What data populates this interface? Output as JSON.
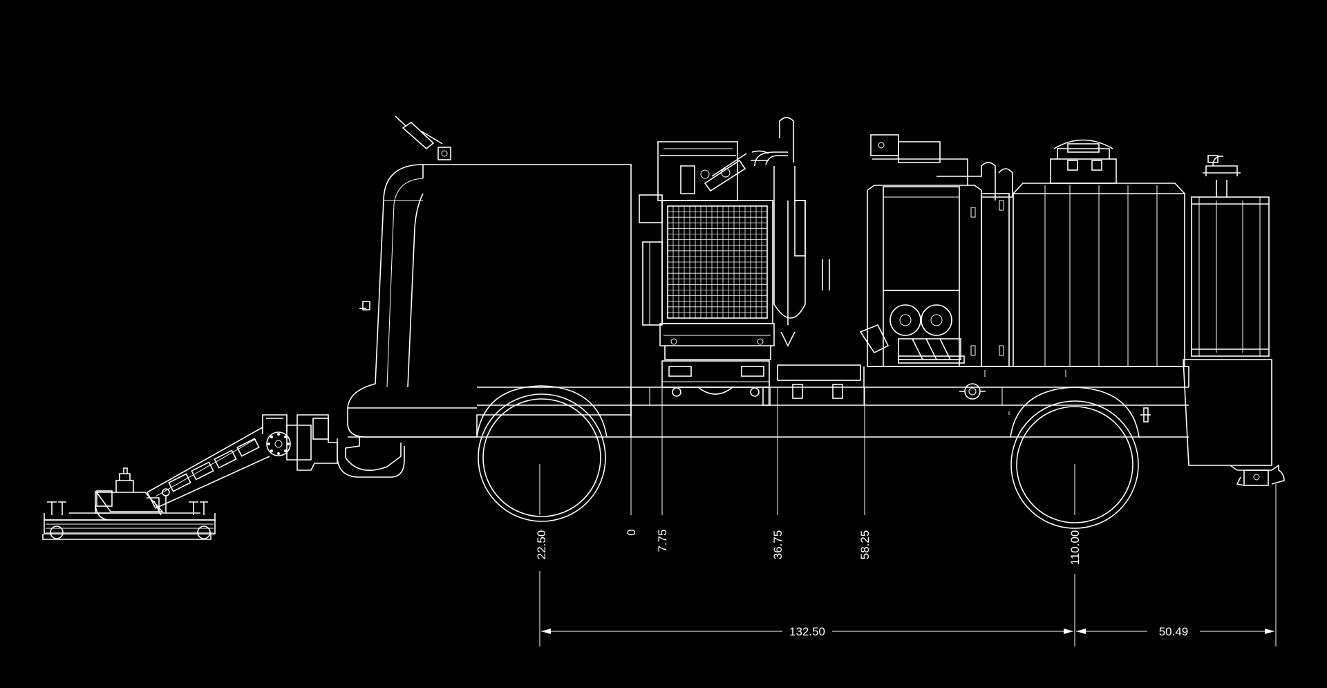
{
  "dimensions": {
    "vertical_labels": [
      "22.50",
      "0",
      "7.75",
      "36.75",
      "58.25",
      "110.00"
    ],
    "horizontal_labels": [
      "132.50",
      "50.49"
    ]
  },
  "colors": {
    "background": "#000000",
    "lines": "#ffffff"
  }
}
